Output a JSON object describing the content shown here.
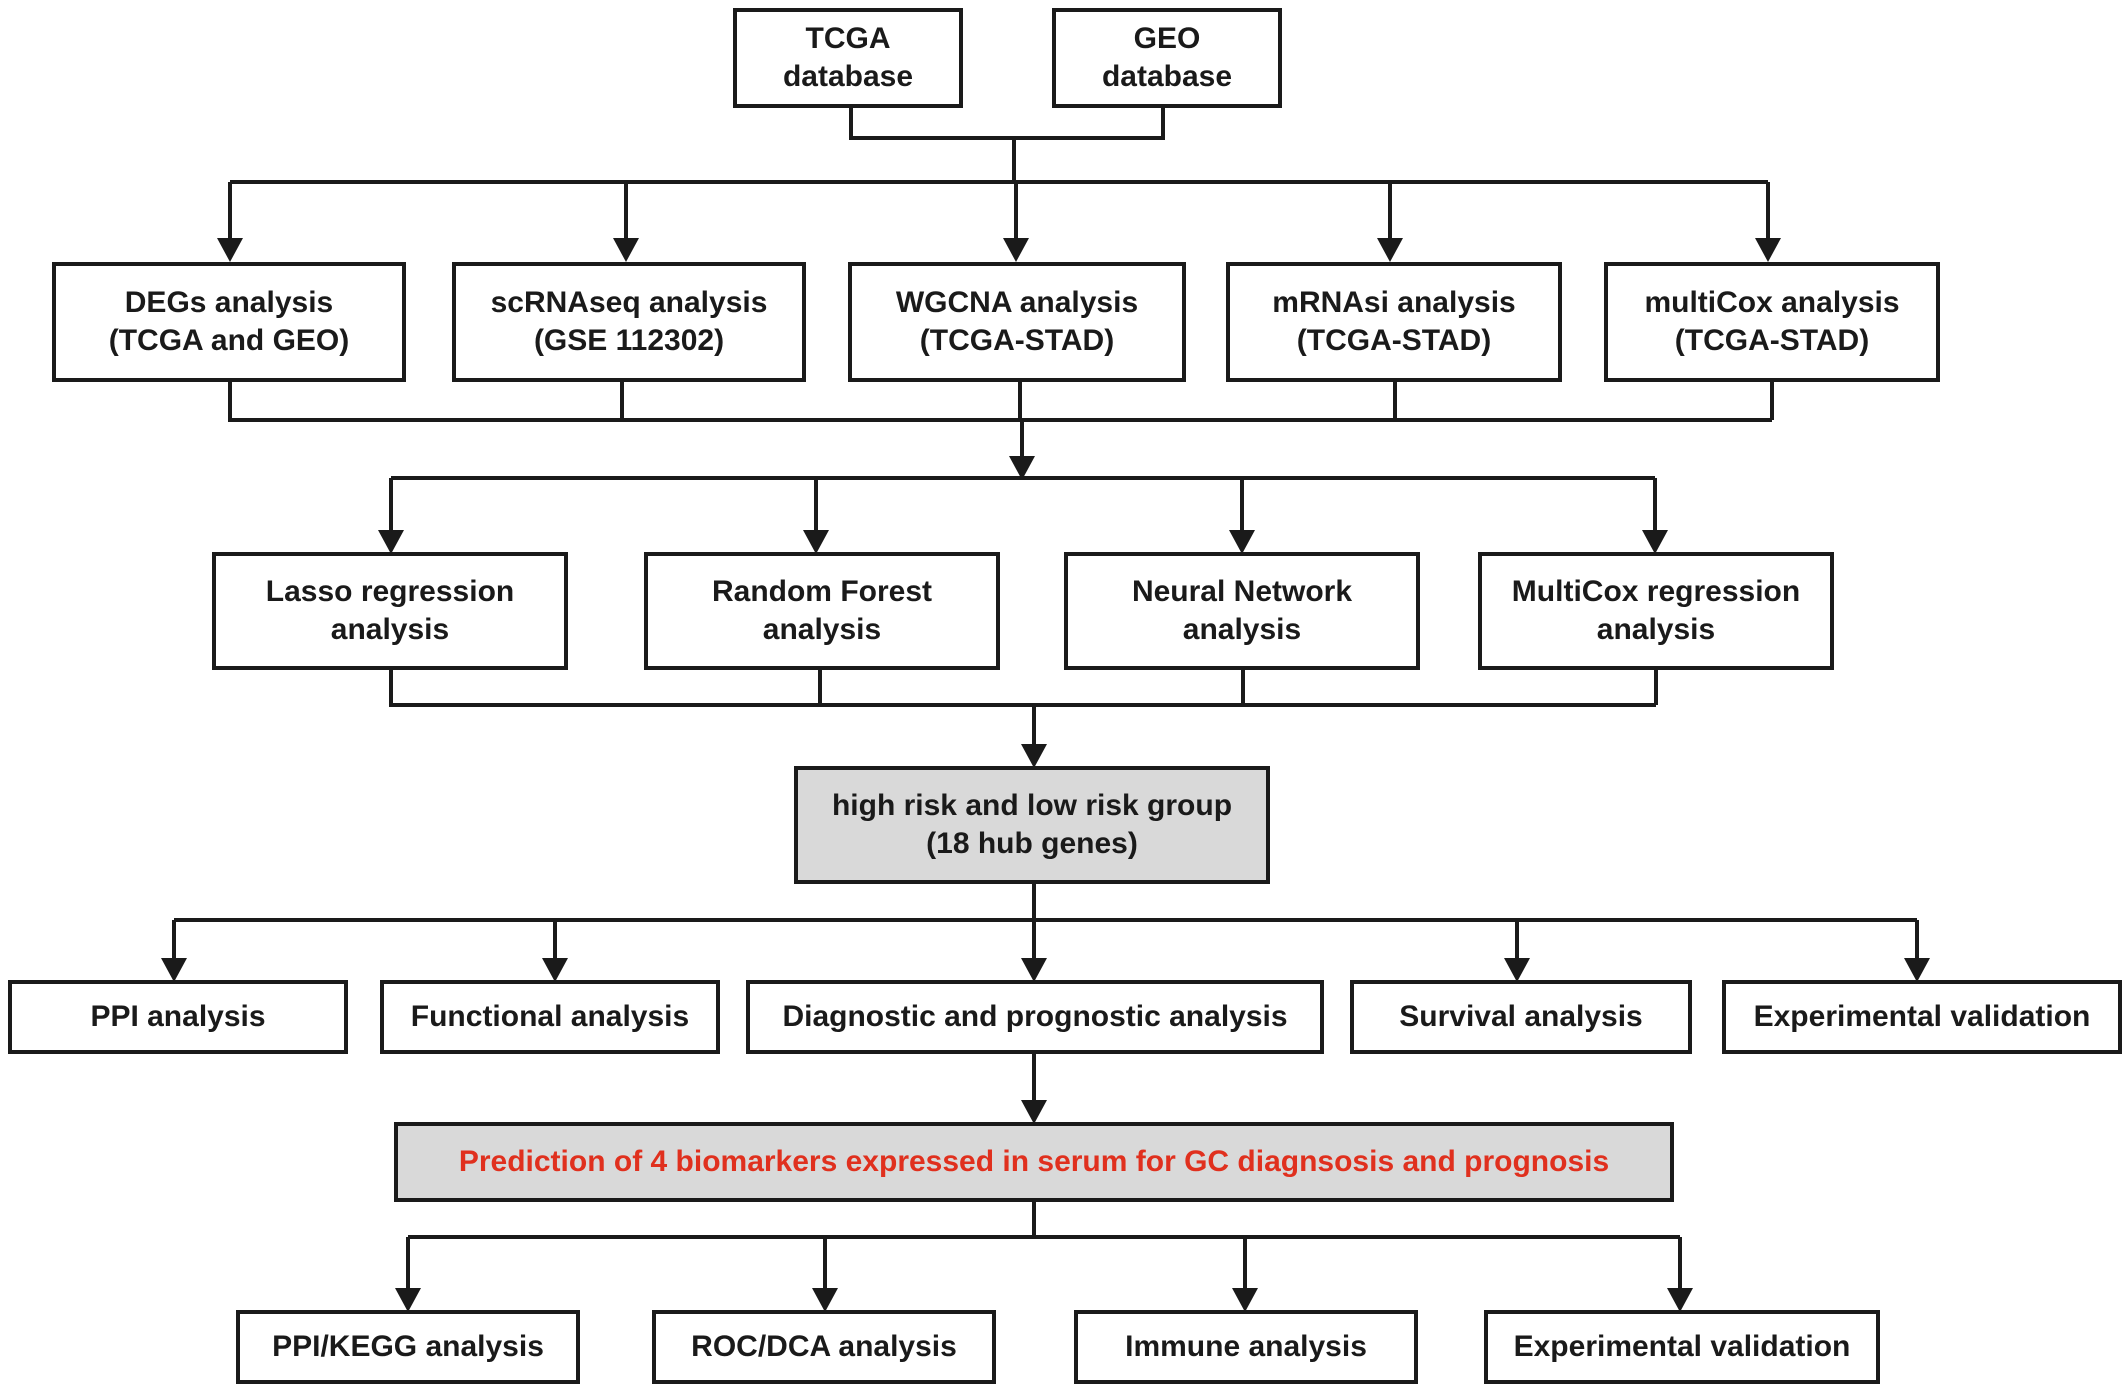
{
  "colors": {
    "stroke": "#1a1a1a",
    "box_fill": "#ffffff",
    "emphasis_fill": "#d9d9d9",
    "highlight_text": "#e0301e"
  },
  "sources": [
    {
      "line1": "TCGA",
      "line2": "database"
    },
    {
      "line1": "GEO",
      "line2": "database"
    }
  ],
  "analyses": [
    {
      "line1": "DEGs analysis",
      "line2": "(TCGA and GEO)"
    },
    {
      "line1": "scRNAseq analysis",
      "line2": "(GSE 112302)"
    },
    {
      "line1": "WGCNA analysis",
      "line2": "(TCGA-STAD)"
    },
    {
      "line1": "mRNAsi analysis",
      "line2": "(TCGA-STAD)"
    },
    {
      "line1": "multiCox analysis",
      "line2": "(TCGA-STAD)"
    }
  ],
  "methods": [
    {
      "line1": "Lasso regression",
      "line2": "analysis"
    },
    {
      "line1": "Random Forest",
      "line2": "analysis"
    },
    {
      "line1": "Neural Network",
      "line2": "analysis"
    },
    {
      "line1": "MultiCox regression",
      "line2": "analysis"
    }
  ],
  "risk_group": {
    "line1": "high risk and low risk group",
    "line2": "(18 hub genes)"
  },
  "hub_analyses": [
    "PPI analysis",
    "Functional analysis",
    "Diagnostic and prognostic analysis",
    "Survival analysis",
    "Experimental validation"
  ],
  "prediction": "Prediction of 4 biomarkers expressed in serum for GC diagnsosis and prognosis",
  "biomarker_analyses": [
    "PPI/KEGG analysis",
    "ROC/DCA analysis",
    "Immune analysis",
    "Experimental validation"
  ]
}
